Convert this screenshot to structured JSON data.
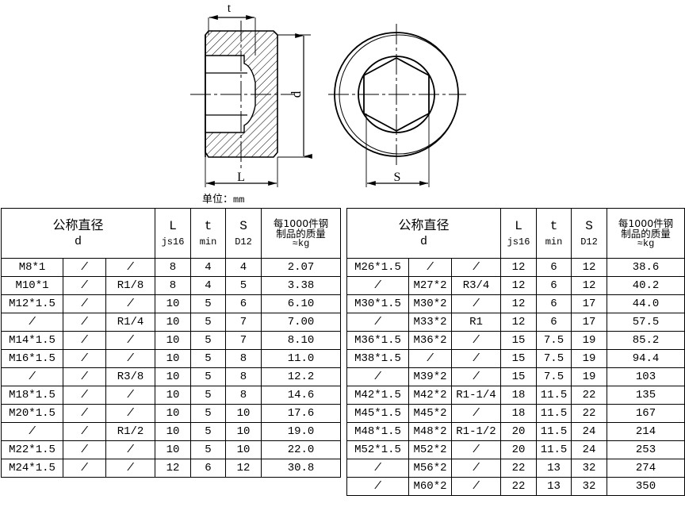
{
  "drawing": {
    "unit_note": "单位：",
    "unit_value": "mm",
    "dimension_labels": {
      "thread_depth": "t",
      "outer_diameter": "d",
      "length": "L",
      "socket_width": "S"
    },
    "views": {
      "section_view": "section-view",
      "end_view": "end-view"
    }
  },
  "tables": {
    "columns": {
      "diameter_group": "公称直径",
      "diameter_symbol": "d",
      "L": {
        "main": "L",
        "sub": "js16"
      },
      "t": {
        "main": "t",
        "sub": "min"
      },
      "S": {
        "main": "S",
        "sub": "D12"
      },
      "mass": {
        "line1": "每1000件钢",
        "line2": "制品的质量",
        "line3": "≈kg"
      }
    },
    "left": {
      "rows": [
        {
          "d1": "M8*1",
          "d2": "/",
          "d3": "/",
          "L": "8",
          "t": "4",
          "S": "4",
          "mass": "2.07"
        },
        {
          "d1": "M10*1",
          "d2": "/",
          "d3": "R1/8",
          "L": "8",
          "t": "4",
          "S": "5",
          "mass": "3.38"
        },
        {
          "d1": "M12*1.5",
          "d2": "/",
          "d3": "/",
          "L": "10",
          "t": "5",
          "S": "6",
          "mass": "6.10"
        },
        {
          "d1": "/",
          "d2": "/",
          "d3": "R1/4",
          "L": "10",
          "t": "5",
          "S": "7",
          "mass": "7.00"
        },
        {
          "d1": "M14*1.5",
          "d2": "/",
          "d3": "/",
          "L": "10",
          "t": "5",
          "S": "7",
          "mass": "8.10"
        },
        {
          "d1": "M16*1.5",
          "d2": "/",
          "d3": "/",
          "L": "10",
          "t": "5",
          "S": "8",
          "mass": "11.0"
        },
        {
          "d1": "/",
          "d2": "/",
          "d3": "R3/8",
          "L": "10",
          "t": "5",
          "S": "8",
          "mass": "12.2"
        },
        {
          "d1": "M18*1.5",
          "d2": "/",
          "d3": "/",
          "L": "10",
          "t": "5",
          "S": "8",
          "mass": "14.6"
        },
        {
          "d1": "M20*1.5",
          "d2": "/",
          "d3": "/",
          "L": "10",
          "t": "5",
          "S": "10",
          "mass": "17.6"
        },
        {
          "d1": "/",
          "d2": "/",
          "d3": "R1/2",
          "L": "10",
          "t": "5",
          "S": "10",
          "mass": "19.0"
        },
        {
          "d1": "M22*1.5",
          "d2": "/",
          "d3": "/",
          "L": "10",
          "t": "5",
          "S": "10",
          "mass": "22.0"
        },
        {
          "d1": "M24*1.5",
          "d2": "/",
          "d3": "/",
          "L": "12",
          "t": "6",
          "S": "12",
          "mass": "30.8"
        }
      ]
    },
    "right": {
      "rows": [
        {
          "d1": "M26*1.5",
          "d2": "/",
          "d3": "/",
          "L": "12",
          "t": "6",
          "S": "12",
          "mass": "38.6"
        },
        {
          "d1": "/",
          "d2": "M27*2",
          "d3": "R3/4",
          "L": "12",
          "t": "6",
          "S": "12",
          "mass": "40.2"
        },
        {
          "d1": "M30*1.5",
          "d2": "M30*2",
          "d3": "/",
          "L": "12",
          "t": "6",
          "S": "17",
          "mass": "44.0"
        },
        {
          "d1": "/",
          "d2": "M33*2",
          "d3": "R1",
          "L": "12",
          "t": "6",
          "S": "17",
          "mass": "57.5"
        },
        {
          "d1": "M36*1.5",
          "d2": "M36*2",
          "d3": "/",
          "L": "15",
          "t": "7.5",
          "S": "19",
          "mass": "85.2"
        },
        {
          "d1": "M38*1.5",
          "d2": "/",
          "d3": "/",
          "L": "15",
          "t": "7.5",
          "S": "19",
          "mass": "94.4"
        },
        {
          "d1": "/",
          "d2": "M39*2",
          "d3": "/",
          "L": "15",
          "t": "7.5",
          "S": "19",
          "mass": "103"
        },
        {
          "d1": "M42*1.5",
          "d2": "M42*2",
          "d3": "R1-1/4",
          "L": "18",
          "t": "11.5",
          "S": "22",
          "mass": "135"
        },
        {
          "d1": "M45*1.5",
          "d2": "M45*2",
          "d3": "/",
          "L": "18",
          "t": "11.5",
          "S": "22",
          "mass": "167"
        },
        {
          "d1": "M48*1.5",
          "d2": "M48*2",
          "d3": "R1-1/2",
          "L": "20",
          "t": "11.5",
          "S": "24",
          "mass": "214"
        },
        {
          "d1": "M52*1.5",
          "d2": "M52*2",
          "d3": "/",
          "L": "20",
          "t": "11.5",
          "S": "24",
          "mass": "253"
        },
        {
          "d1": "/",
          "d2": "M56*2",
          "d3": "/",
          "L": "22",
          "t": "13",
          "S": "32",
          "mass": "274"
        },
        {
          "d1": "/",
          "d2": "M60*2",
          "d3": "/",
          "L": "22",
          "t": "13",
          "S": "32",
          "mass": "350"
        }
      ]
    }
  }
}
